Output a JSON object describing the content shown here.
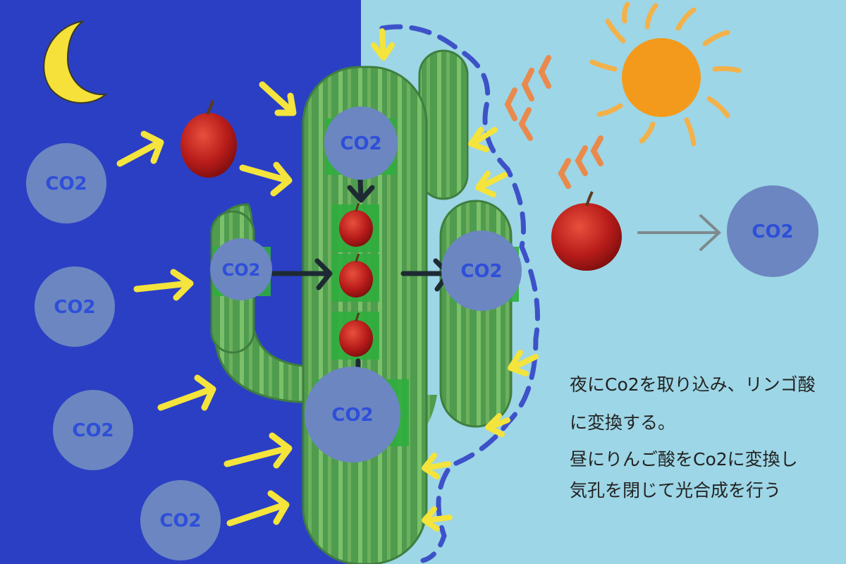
{
  "colors": {
    "night_bg": "#2b3fc4",
    "day_bg": "#9dd6e6",
    "co2_circle": "#6c86c1",
    "co2_text": "#2e4fd8",
    "cactus_body": "#4f9c4e",
    "cactus_stripe": "#7bc06a",
    "moon": "#f5e13a",
    "sun": "#f39a1c",
    "arrow_yellow": "#f4e43c",
    "arrow_dark": "#1d2a33",
    "dash_blue": "#3d52c8",
    "apple": "#c0221e"
  },
  "icons": [
    "moon-icon",
    "sun-icon",
    "apple-icon",
    "cactus-icon"
  ],
  "co2_molecules": [
    {
      "label": "CO2"
    },
    {
      "label": "CO2"
    },
    {
      "label": "CO2"
    },
    {
      "label": "CO2"
    },
    {
      "label": "CO2"
    },
    {
      "label": "CO2"
    },
    {
      "label": "CO2"
    },
    {
      "label": "CO2"
    },
    {
      "label": "CO2"
    }
  ],
  "description_lines": [
    "夜にCo2を取り込み、リンゴ酸",
    "に変換する。",
    "昼にりんご酸をCo2に変換し",
    "気孔を閉じて光合成を行う"
  ]
}
